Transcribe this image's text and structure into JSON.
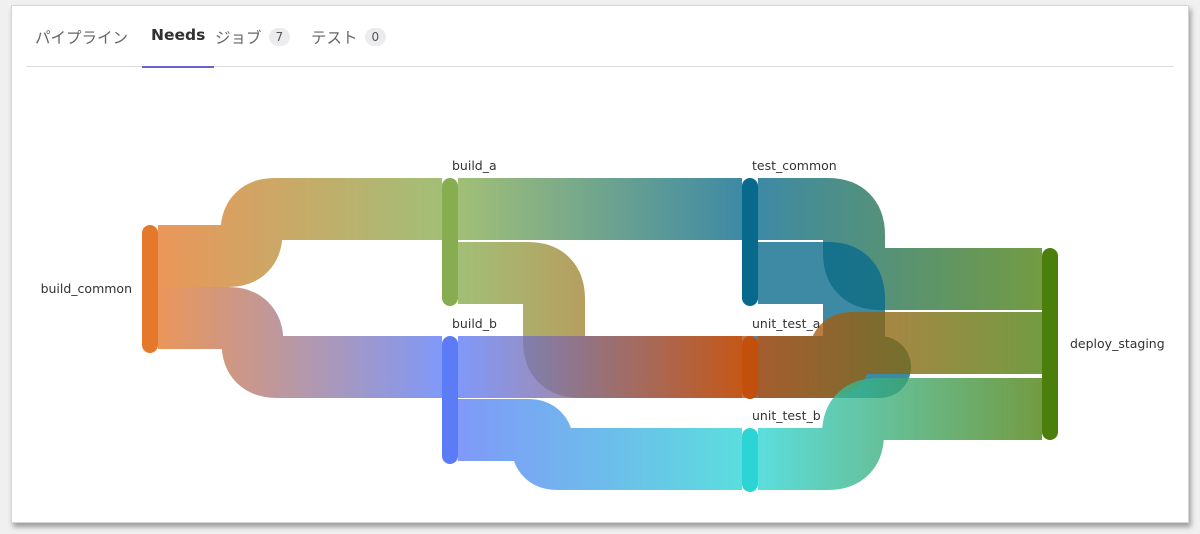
{
  "tabs": [
    {
      "label": "パイプライン",
      "count": null,
      "active": false
    },
    {
      "label": "Needs",
      "count": null,
      "active": true
    },
    {
      "label": "ジョブ",
      "count": "7",
      "active": false
    },
    {
      "label": "テスト",
      "count": "0",
      "active": false
    }
  ],
  "graph": {
    "nodes": [
      {
        "id": "build_common",
        "label": "build_common",
        "color": "#e5792b"
      },
      {
        "id": "build_a",
        "label": "build_a",
        "color": "#87ad50"
      },
      {
        "id": "build_b",
        "label": "build_b",
        "color": "#5c7cf7"
      },
      {
        "id": "test_common",
        "label": "test_common",
        "color": "#07698c"
      },
      {
        "id": "unit_test_a",
        "label": "unit_test_a",
        "color": "#c24f0c"
      },
      {
        "id": "unit_test_b",
        "label": "unit_test_b",
        "color": "#2dd4d4"
      },
      {
        "id": "deploy_staging",
        "label": "deploy_staging",
        "color": "#4b7f0c"
      }
    ],
    "links": [
      {
        "source": "build_common",
        "target": "build_a"
      },
      {
        "source": "build_common",
        "target": "build_b"
      },
      {
        "source": "build_a",
        "target": "test_common"
      },
      {
        "source": "build_a",
        "target": "unit_test_a"
      },
      {
        "source": "build_b",
        "target": "unit_test_a"
      },
      {
        "source": "build_b",
        "target": "unit_test_b"
      },
      {
        "source": "test_common",
        "target": "deploy_staging"
      },
      {
        "source": "test_common",
        "target": "unit_test_a"
      },
      {
        "source": "unit_test_a",
        "target": "deploy_staging"
      },
      {
        "source": "unit_test_b",
        "target": "deploy_staging"
      }
    ]
  }
}
